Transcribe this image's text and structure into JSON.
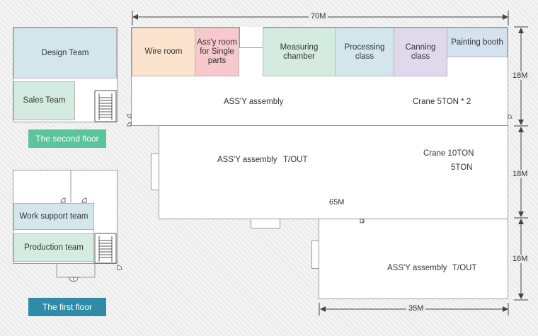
{
  "floors": {
    "second": {
      "label": "The second floor",
      "label_color": "#5cc39b",
      "rooms": {
        "design": "Design Team",
        "sales": "Sales Team"
      }
    },
    "first": {
      "label": "The first floor",
      "label_color": "#2f8ca8",
      "rooms": {
        "work_support": "Work support team",
        "production": "Production team"
      }
    }
  },
  "main": {
    "rooms": {
      "wire": {
        "label": "Wire room",
        "color": "#fbe3cd"
      },
      "assy_single": {
        "label": "Ass'y room for Single parts",
        "color": "#f8c9cc"
      },
      "measuring": {
        "label": "Measuring chamber",
        "color": "#d4ece0"
      },
      "processing": {
        "label": "Processing class",
        "color": "#d2e6ec"
      },
      "canning": {
        "label": "Canning class",
        "color": "#e0d8ec"
      },
      "painting": {
        "label": "Painting booth",
        "color": "#d4e1ee"
      }
    },
    "bay1": {
      "area": "ASS'Y assembly",
      "crane": "Crane 5TON * 2"
    },
    "bay2": {
      "area": "ASS'Y assembly",
      "tout": "T/OUT",
      "crane1": "Crane 10TON",
      "crane2": "5TON"
    },
    "bay3": {
      "area": "ASS'Y assembly",
      "tout": "T/OUT"
    }
  },
  "dimensions": {
    "top_width": "70M",
    "mid_width": "65M",
    "bottom_width": "35M",
    "h1": "18M",
    "h2": "18M",
    "h3": "16M"
  }
}
